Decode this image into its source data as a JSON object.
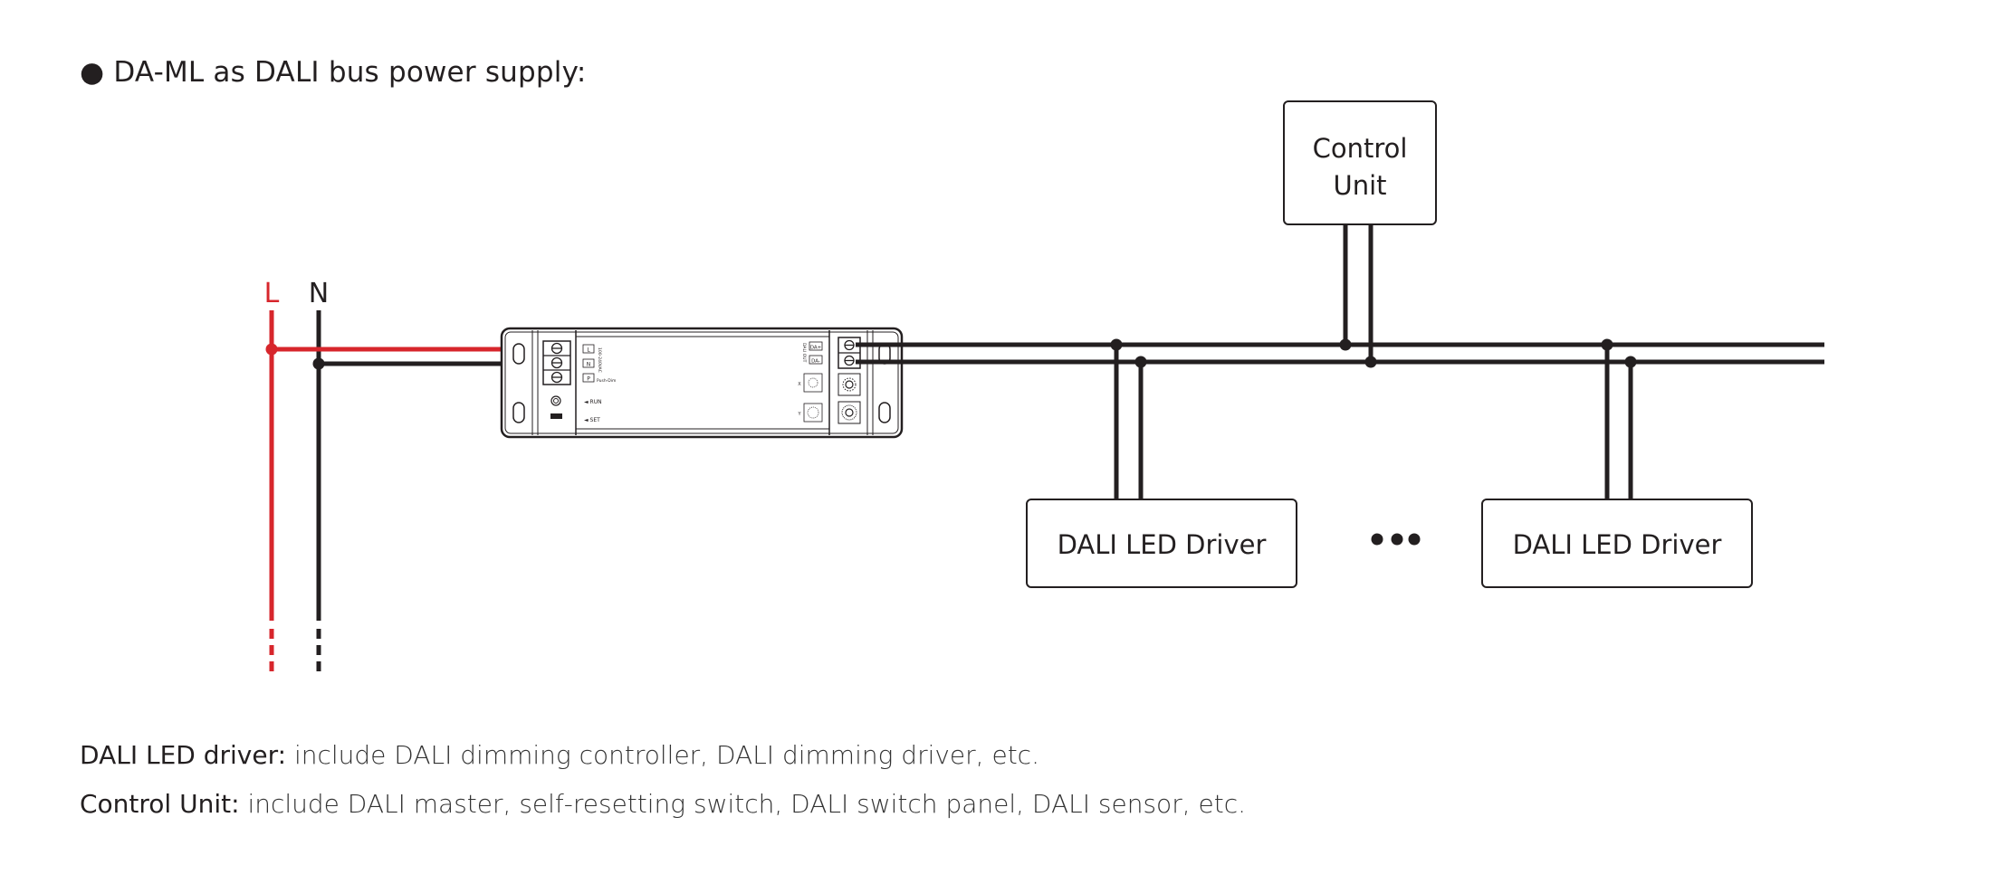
{
  "title": "DA-ML as DALI bus power supply:",
  "colors": {
    "line_wire": "#d7262c",
    "neutral_wire": "#231f20",
    "bus_wire": "#231f20",
    "outline": "#231f20"
  },
  "mains": {
    "line_label": "L",
    "neutral_label": "N"
  },
  "device": {
    "name": "DA-ML",
    "terminal_labels": [
      "L",
      "N",
      "P"
    ],
    "input_rating": "100-240VAC",
    "push_dim_label": "Push-Dim",
    "run_label": "RUN",
    "set_label": "SET",
    "output_title": "DALI OUT",
    "output_labels": [
      "DA+",
      "DA-"
    ],
    "rotary_labels": [
      "X",
      "Y"
    ]
  },
  "control_unit": {
    "line1": "Control",
    "line2": "Unit"
  },
  "drivers": [
    {
      "label": "DALI LED Driver"
    },
    {
      "label": "DALI LED Driver"
    }
  ],
  "ellipsis": "•••",
  "notes": [
    {
      "key": "DALI LED driver:",
      "value": " include DALI dimming controller, DALI dimming driver, etc."
    },
    {
      "key": "Control Unit:",
      "value": " include DALI master, self-resetting switch, DALI switch panel, DALI sensor, etc."
    }
  ]
}
